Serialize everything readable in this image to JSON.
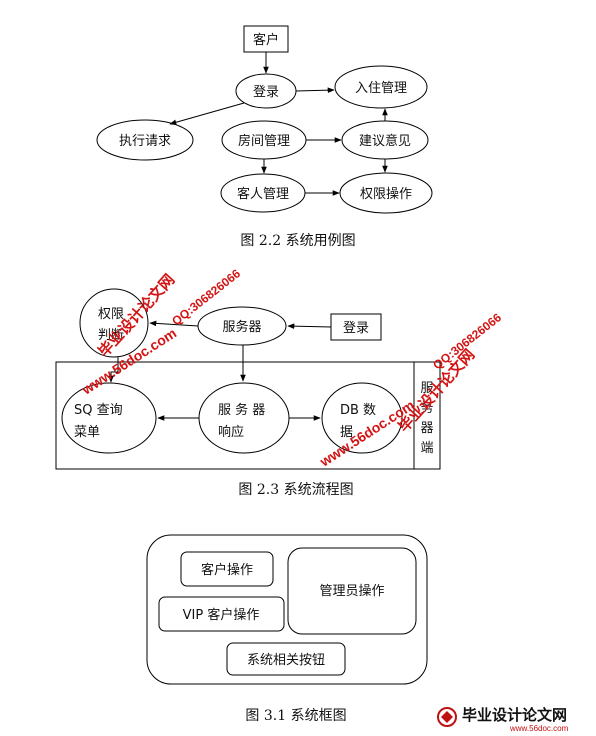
{
  "diagram1": {
    "nodes": {
      "customer": "客户",
      "login": "登录",
      "checkin_mgmt": "入住管理",
      "execute_request": "执行请求",
      "room_mgmt": "房间管理",
      "suggestion": "建议意见",
      "guest_mgmt": "客人管理",
      "permission_op": "权限操作"
    },
    "caption": "图 2.2  系统用例图"
  },
  "diagram2": {
    "nodes": {
      "permission_line1": "权限",
      "permission_line2": "判断",
      "server": "服务器",
      "login": "登录",
      "sq_line1": "SQ 查询",
      "sq_line2": "菜单",
      "server_resp_line1": "服 务 器",
      "server_resp_line2": "响应",
      "db_line1": "DB 数",
      "db_line2": "据"
    },
    "server_side_chars": [
      "服",
      "务",
      "器",
      "端"
    ],
    "caption": "图 2.3 系统流程图"
  },
  "diagram3": {
    "nodes": {
      "customer_op": "客户操作",
      "vip_op": "VIP 客户操作",
      "admin_op": "管理员操作",
      "system_buttons": "系统相关按钮"
    },
    "caption": "图 3.1  系统框图"
  },
  "watermarks": {
    "brand": "毕业设计论文网",
    "site": "www.56doc.com",
    "qq": "QQ:306826066"
  },
  "colors": {
    "line": "#000000",
    "watermark": "#d41414"
  }
}
